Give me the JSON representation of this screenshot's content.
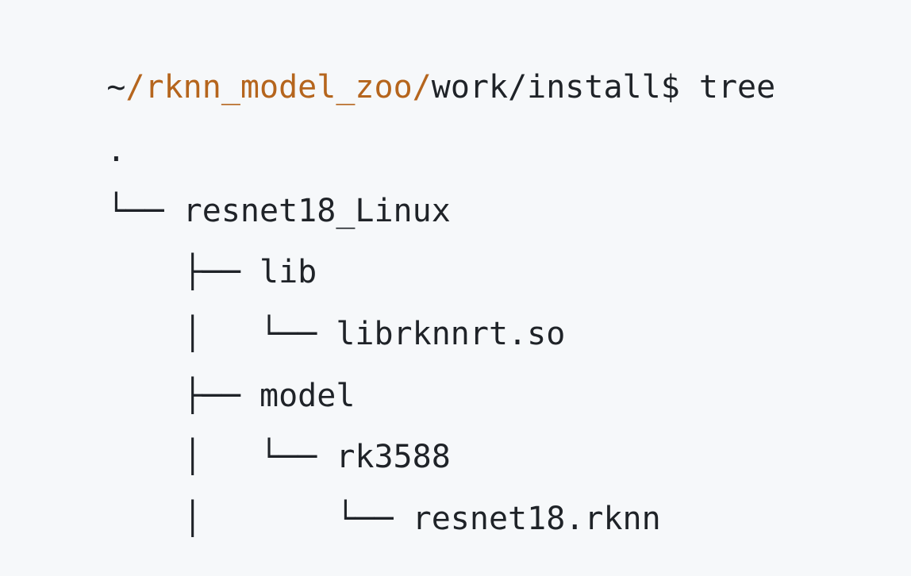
{
  "terminal": {
    "prompt": {
      "home": "~",
      "highlighted_path": "/rknn_model_zoo/",
      "rest_path": "work/install$ ",
      "command": "tree"
    },
    "accent_color": "#b5651d",
    "text_color": "#1f2328",
    "background_color": "#f6f8fa",
    "output_lines": [
      {
        "prefix": "",
        "name": "."
      },
      {
        "prefix": "└── ",
        "name": "resnet18_Linux"
      },
      {
        "prefix": "    ├── ",
        "name": "lib"
      },
      {
        "prefix": "    │   └── ",
        "name": "librknnrt.so"
      },
      {
        "prefix": "    ├── ",
        "name": "model"
      },
      {
        "prefix": "    │   └── ",
        "name": "rk3588"
      },
      {
        "prefix": "    │       └── ",
        "name": "resnet18.rknn"
      }
    ]
  }
}
